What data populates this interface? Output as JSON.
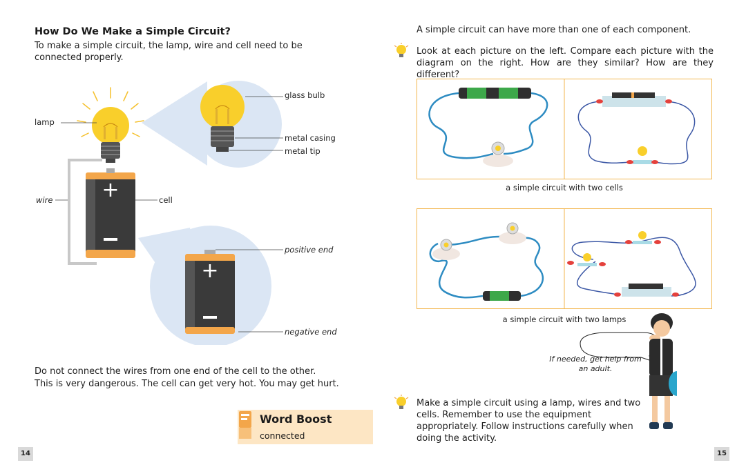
{
  "left_page": {
    "heading": "How Do We Make a Simple Circuit?",
    "intro": "To make a simple circuit, the lamp, wire and cell need to be connected properly.",
    "labels": {
      "lamp": "lamp",
      "wire": "wire",
      "cell": "cell",
      "glass_bulb": "glass bulb",
      "metal_casing": "metal casing",
      "metal_tip": "metal tip",
      "positive_end": "positive end",
      "negative_end": "negative end"
    },
    "warning_line1": "Do not connect the wires from one end of the cell to the other.",
    "warning_line2": "This is very dangerous. The cell can get very hot. You may get hurt.",
    "word_boost": {
      "title": "Word Boost",
      "word": "connected"
    },
    "page_number": "14"
  },
  "right_page": {
    "line1": "A simple circuit can have more than one of each component.",
    "question": "Look at each picture on the left. Compare each picture with the diagram on the right. How are they similar? How are they different?",
    "caption_two_cells": "a simple circuit with two cells",
    "caption_two_lamps": "a simple circuit with two lamps",
    "speech_bubble": "If needed, get help from an adult.",
    "activity": "Make a simple circuit using a lamp, wires and two cells. Remember to use the equipment appropriately. Follow instructions carefully when doing the activity.",
    "page_number": "15"
  },
  "colors": {
    "panel_border": "#f3b64d",
    "bulb_yellow": "#f9cf2b",
    "cell_dark": "#3a3a3a",
    "cell_orange": "#f3a64a",
    "wire_blue": "#2e6fa8",
    "highlight_blue": "#dbe6f4",
    "word_boost_bg": "#fde6c4"
  }
}
